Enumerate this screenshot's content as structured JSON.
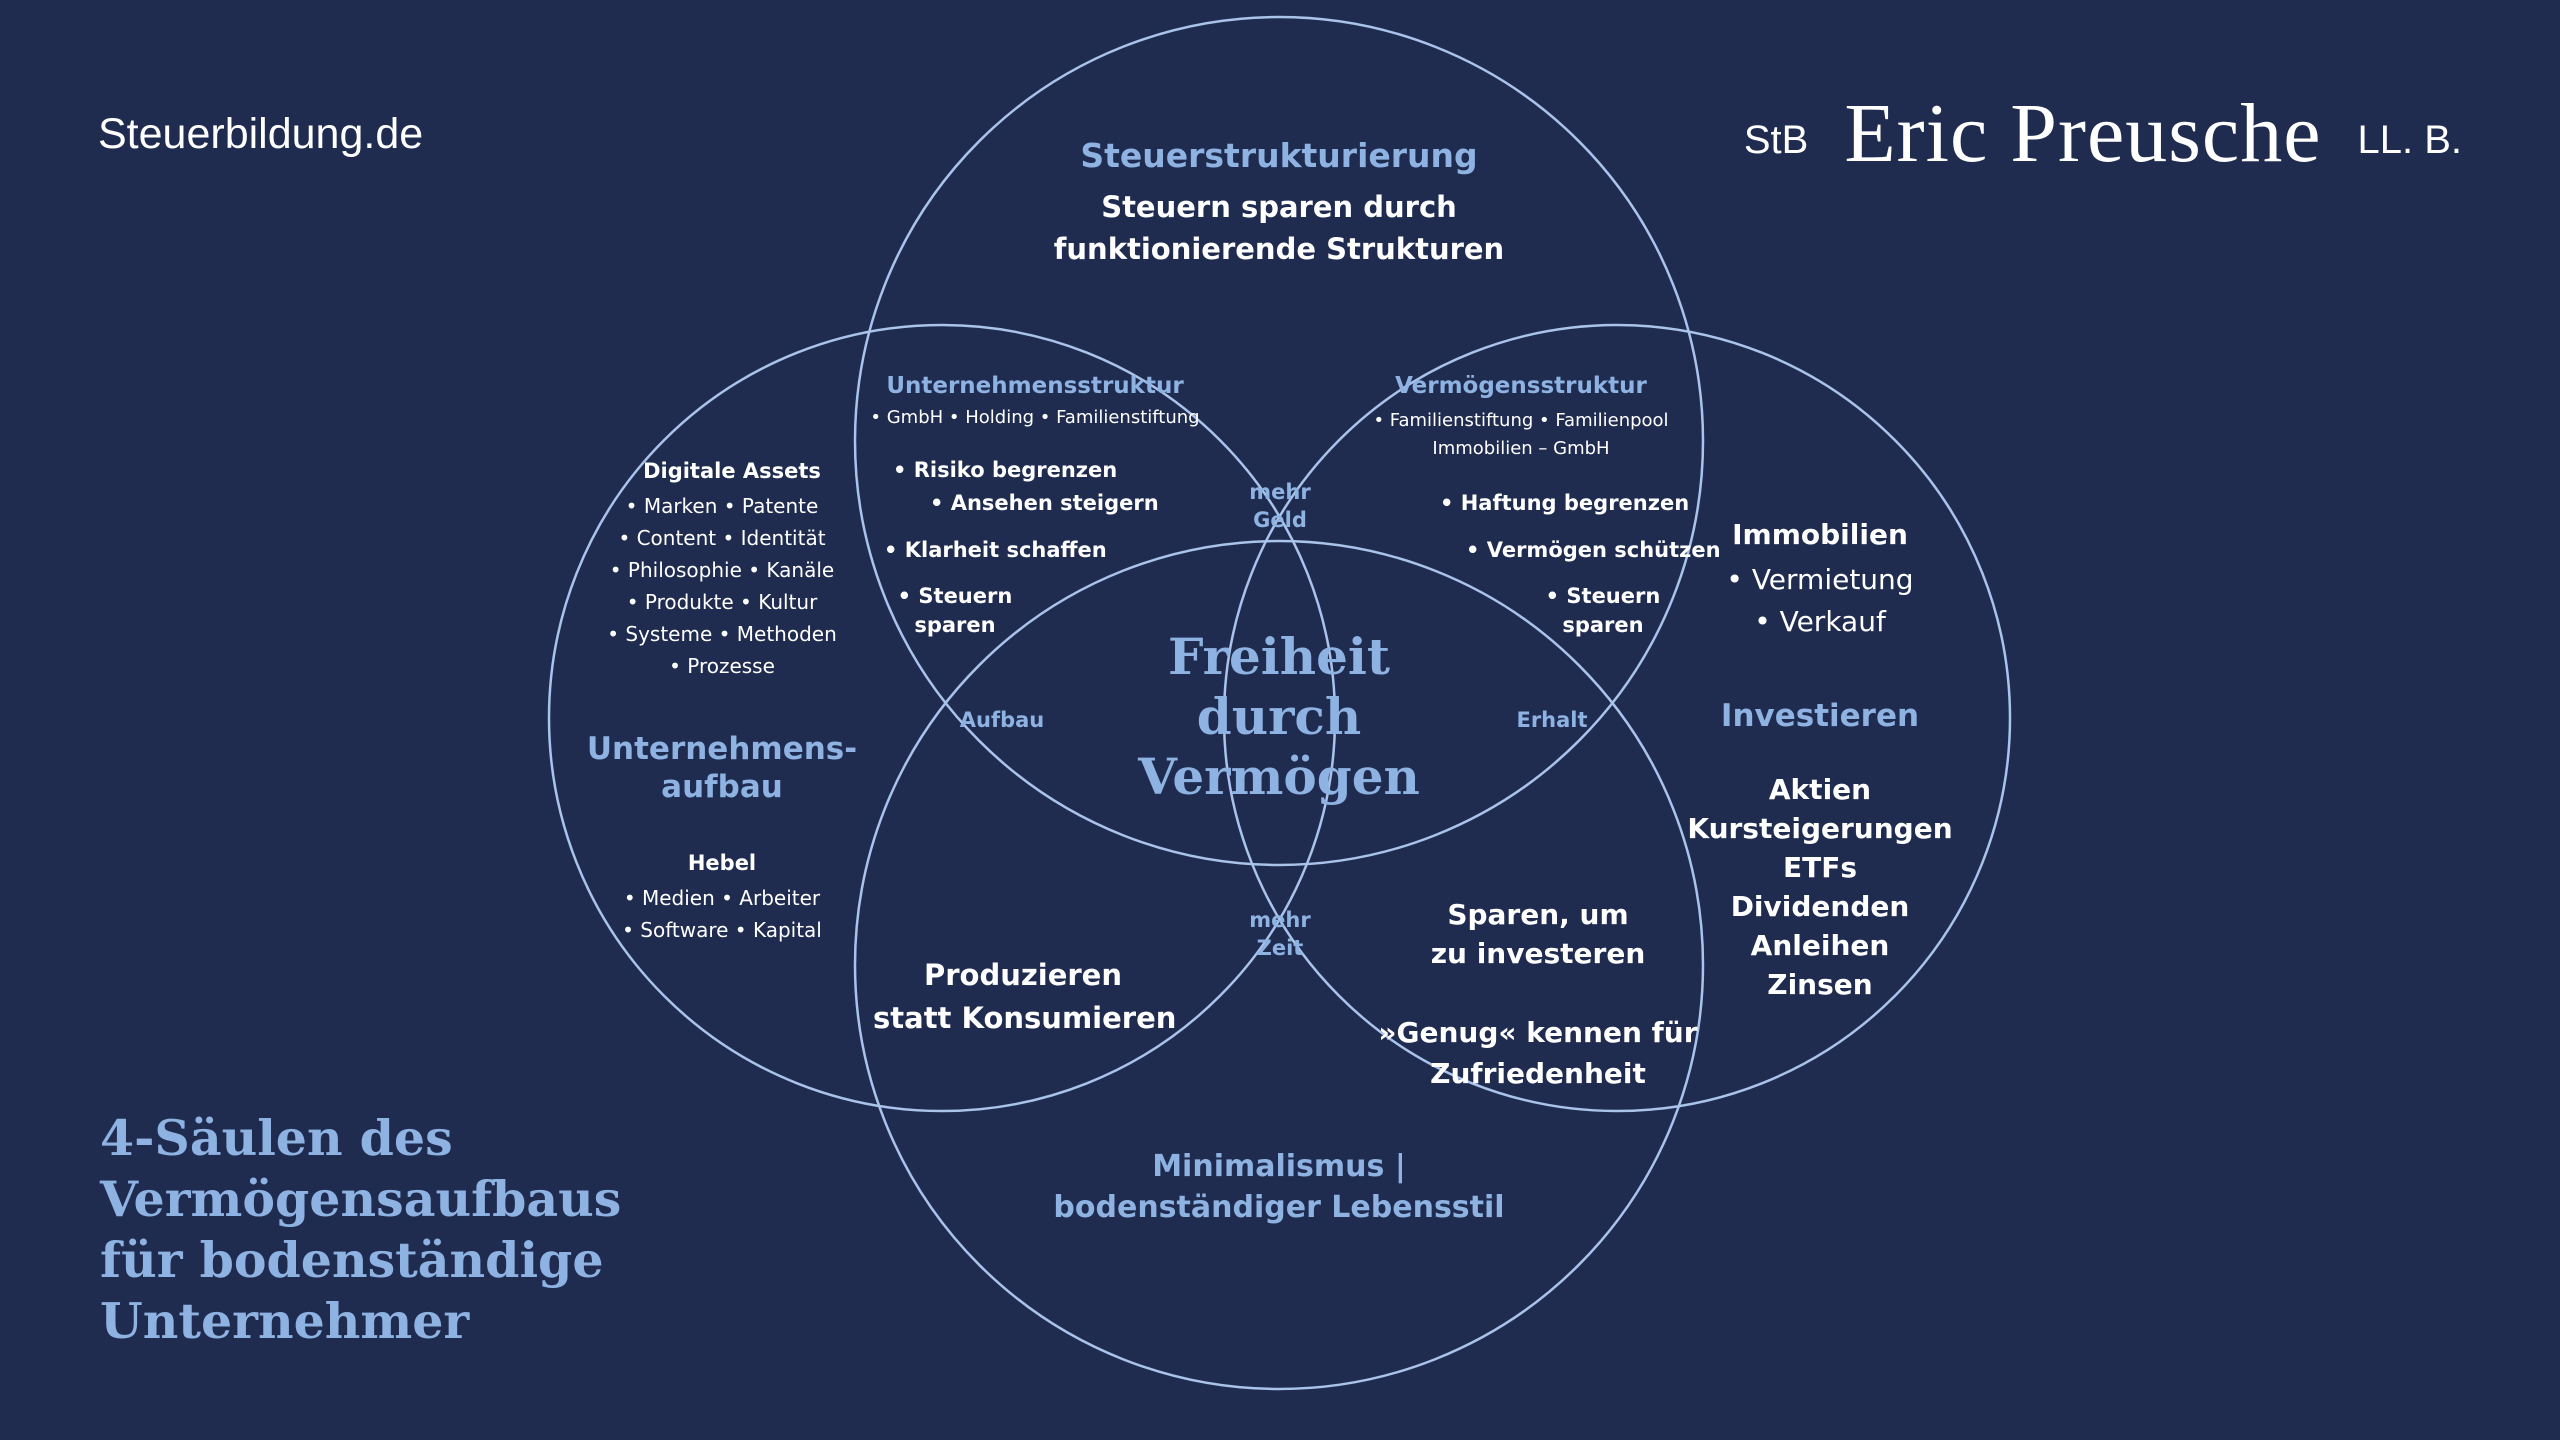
{
  "header": {
    "site": "Steuerbildung.de",
    "title_prefix": "StB",
    "name": "Eric Preusche",
    "title_suffix": "LL. B."
  },
  "footer_title": [
    "4-Säulen des",
    "Vermögensaufbaus",
    "für bodenständige",
    "Unternehmer"
  ],
  "center": {
    "title": [
      "Freiheit",
      "durch",
      "Vermögen"
    ],
    "aufbau": "Aufbau",
    "erhalt": "Erhalt",
    "mehr_geld": [
      "mehr",
      "Geld"
    ],
    "mehr_zeit": [
      "mehr",
      "Zeit"
    ]
  },
  "top_circle": {
    "title": "Steuerstrukturierung",
    "subtitle": [
      "Steuern sparen durch",
      "funktionierende Strukturen"
    ]
  },
  "left_circle": {
    "assets_title": "Digitale Assets",
    "assets": [
      "• Marken • Patente",
      "• Content • Identität",
      "• Philosophie • Kanäle",
      "• Produkte • Kultur",
      "• Systeme • Methoden",
      "• Prozesse"
    ],
    "title": [
      "Unternehmens-",
      "aufbau"
    ],
    "hebel_title": "Hebel",
    "hebel": [
      "• Medien • Arbeiter",
      "• Software • Kapital"
    ]
  },
  "right_circle": {
    "immobilien_title": "Immobilien",
    "immobilien": [
      "• Vermietung",
      "• Verkauf"
    ],
    "title": "Investieren",
    "items": [
      "Aktien",
      "Kursteigerungen",
      "ETFs",
      "Dividenden",
      "Anleihen",
      "Zinsen"
    ]
  },
  "bottom_circle": {
    "title": [
      "Minimalismus |",
      "bodenständiger Lebensstil"
    ]
  },
  "top_left_overlap": {
    "title": "Unternehmensstruktur",
    "subtitle": "• GmbH • Holding • Familienstiftung",
    "risiko": "• Risiko begrenzen",
    "ansehen": "• Ansehen steigern",
    "klarheit": "• Klarheit schaffen",
    "steuern": [
      "• Steuern",
      "sparen"
    ]
  },
  "top_right_overlap": {
    "title": "Vermögensstruktur",
    "subtitle": [
      "• Familienstiftung • Familienpool",
      "Immobilien – GmbH"
    ],
    "haftung": "• Haftung begrenzen",
    "schuetzen": "• Vermögen schützen",
    "steuern": [
      "• Steuern",
      "sparen"
    ]
  },
  "bottom_left_overlap": {
    "text": [
      "Produzieren",
      "statt Konsumieren"
    ]
  },
  "bottom_right_overlap": {
    "sparen": [
      "Sparen, um",
      "zu investeren"
    ],
    "genug": [
      "»Genug« kennen für",
      "Zufriedenheit"
    ]
  },
  "colors": {
    "background": "#1f2c50",
    "accent": "#8eb2e2",
    "line": "#a9c3ea",
    "text": "#ffffff"
  }
}
